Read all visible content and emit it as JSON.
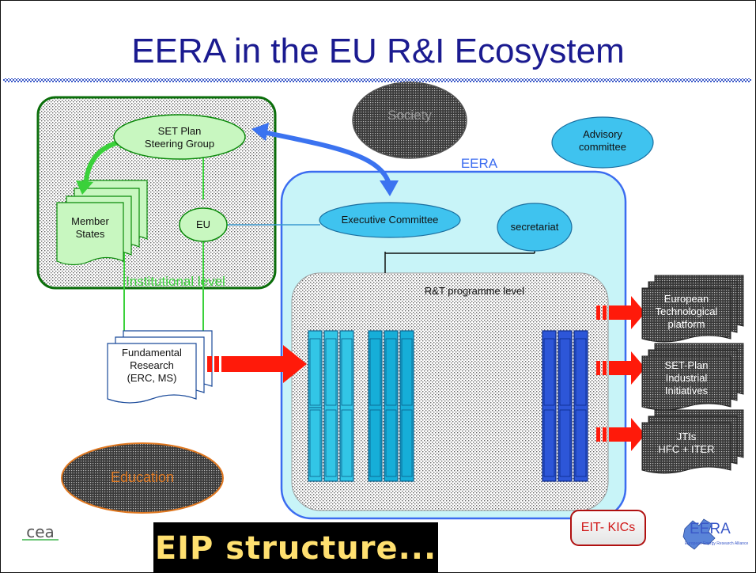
{
  "title": "EERA in the EU R&I Ecosystem",
  "nodes": {
    "society": "Society",
    "set_plan_line1": "SET Plan",
    "set_plan_line2": "Steering Group",
    "advisory_line1": "Advisory",
    "advisory_line2": "committee",
    "eera": "EERA",
    "member_line1": "Member",
    "member_line2": "States",
    "eu": "EU",
    "executive": "Executive Committee",
    "secretariat": "secretariat",
    "institutional": "Institutional level",
    "rt_level": "R&T programme level",
    "fundamental_line1": "Fundamental",
    "fundamental_line2": "Research",
    "fundamental_line3": "(ERC, MS)",
    "etp_line1": "European",
    "etp_line2": "Technological",
    "etp_line3": "platform",
    "setplan_ii_line1": "SET-Plan",
    "setplan_ii_line2": "Industrial",
    "setplan_ii_line3": "Initiatives",
    "jti_line1": "JTIs",
    "jti_line2": "HFC + ITER",
    "education": "Education",
    "eit": "EIT- KICs"
  },
  "footer": {
    "cea_logo": "cea",
    "eip_banner": "EIP structure...",
    "eera_logo": "EERA",
    "eera_logo_sub": "European Energy Research Alliance"
  },
  "colors": {
    "title": "#1b1b90",
    "eera_box": "#c8f4f8",
    "eera_border": "#3b6cf0",
    "institutional_border": "#0a6e0a",
    "ellipse_fill": "#bff0f8",
    "green_fill": "#c8f7c0",
    "arrow_red": "#ff1a0a",
    "arrow_blue": "#3b73f0",
    "arrow_green": "#3ad13a"
  }
}
